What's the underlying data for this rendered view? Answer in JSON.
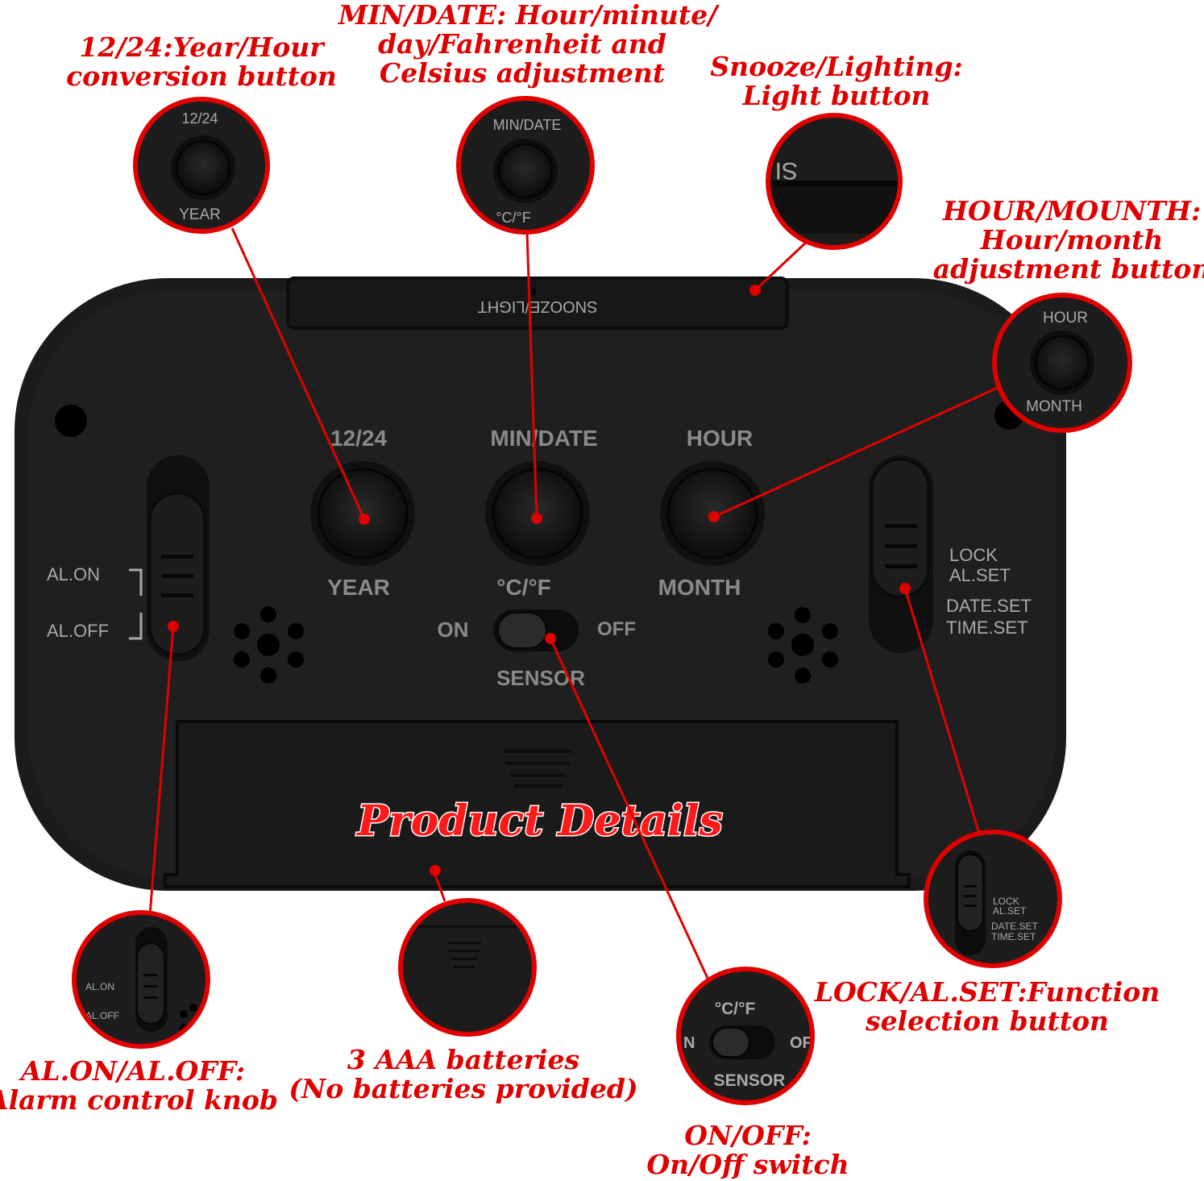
{
  "title": "Product Details",
  "colors": {
    "accent": "#e00000",
    "device": "#1b1b1b"
  },
  "device": {
    "snooze_bar": "SNOOZE/LIGHT",
    "btn_12_24": {
      "top": "12/24",
      "bottom": "YEAR"
    },
    "btn_min_date": {
      "top": "MIN/DATE",
      "bottom": "°C/°F"
    },
    "btn_hour": {
      "top": "HOUR",
      "bottom": "MONTH"
    },
    "sensor": {
      "on": "ON",
      "off": "OFF",
      "label": "SENSOR"
    },
    "alarm": {
      "on": "AL.ON",
      "off": "AL.OFF"
    },
    "function": {
      "lock": "LOCK",
      "alset": "AL.SET",
      "dateset": "DATE.SET",
      "timeset": "TIME.SET"
    }
  },
  "zoom": {
    "sensor_partial_on": "N",
    "sensor_partial_off": "OF",
    "snooze_partial": "SI"
  },
  "callouts": {
    "c1224": {
      "lines": [
        "12/24:Year/Hour",
        "conversion button"
      ]
    },
    "mindate": {
      "lines": [
        "MIN/DATE: Hour/minute/",
        "day/Fahrenheit and",
        "Celsius adjustment"
      ]
    },
    "snooze": {
      "lines": [
        "Snooze/Lighting:",
        "Light button"
      ]
    },
    "hour": {
      "lines": [
        "HOUR/MOUNTH:",
        "Hour/month",
        "adjustment button"
      ]
    },
    "alarm": {
      "lines": [
        "AL.ON/AL.OFF:",
        "Alarm control knob"
      ]
    },
    "battery": {
      "lines": [
        "3 AAA batteries",
        "(No batteries provided)"
      ]
    },
    "onoff": {
      "lines": [
        "ON/OFF:",
        "On/Off switch"
      ]
    },
    "lock": {
      "lines": [
        "LOCK/AL.SET:Function",
        "selection button"
      ]
    }
  }
}
